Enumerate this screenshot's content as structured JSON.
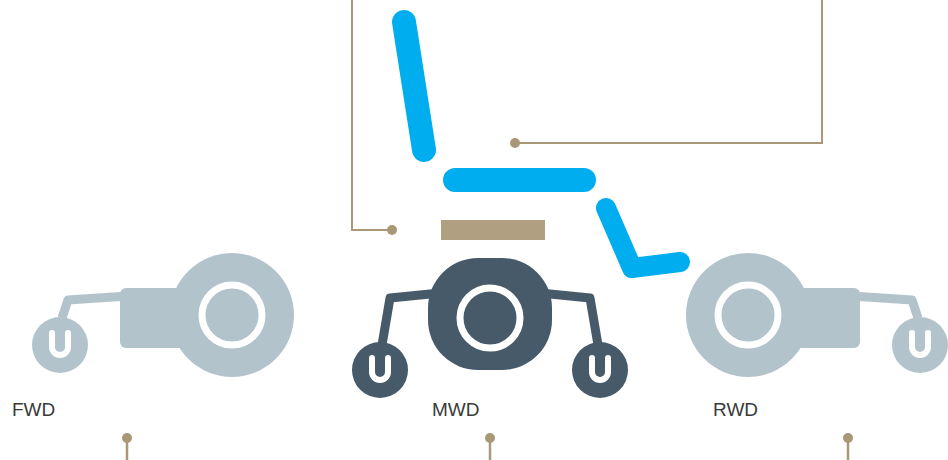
{
  "diagram": {
    "labels": [
      "FWD",
      "MWD",
      "RWD"
    ]
  }
}
